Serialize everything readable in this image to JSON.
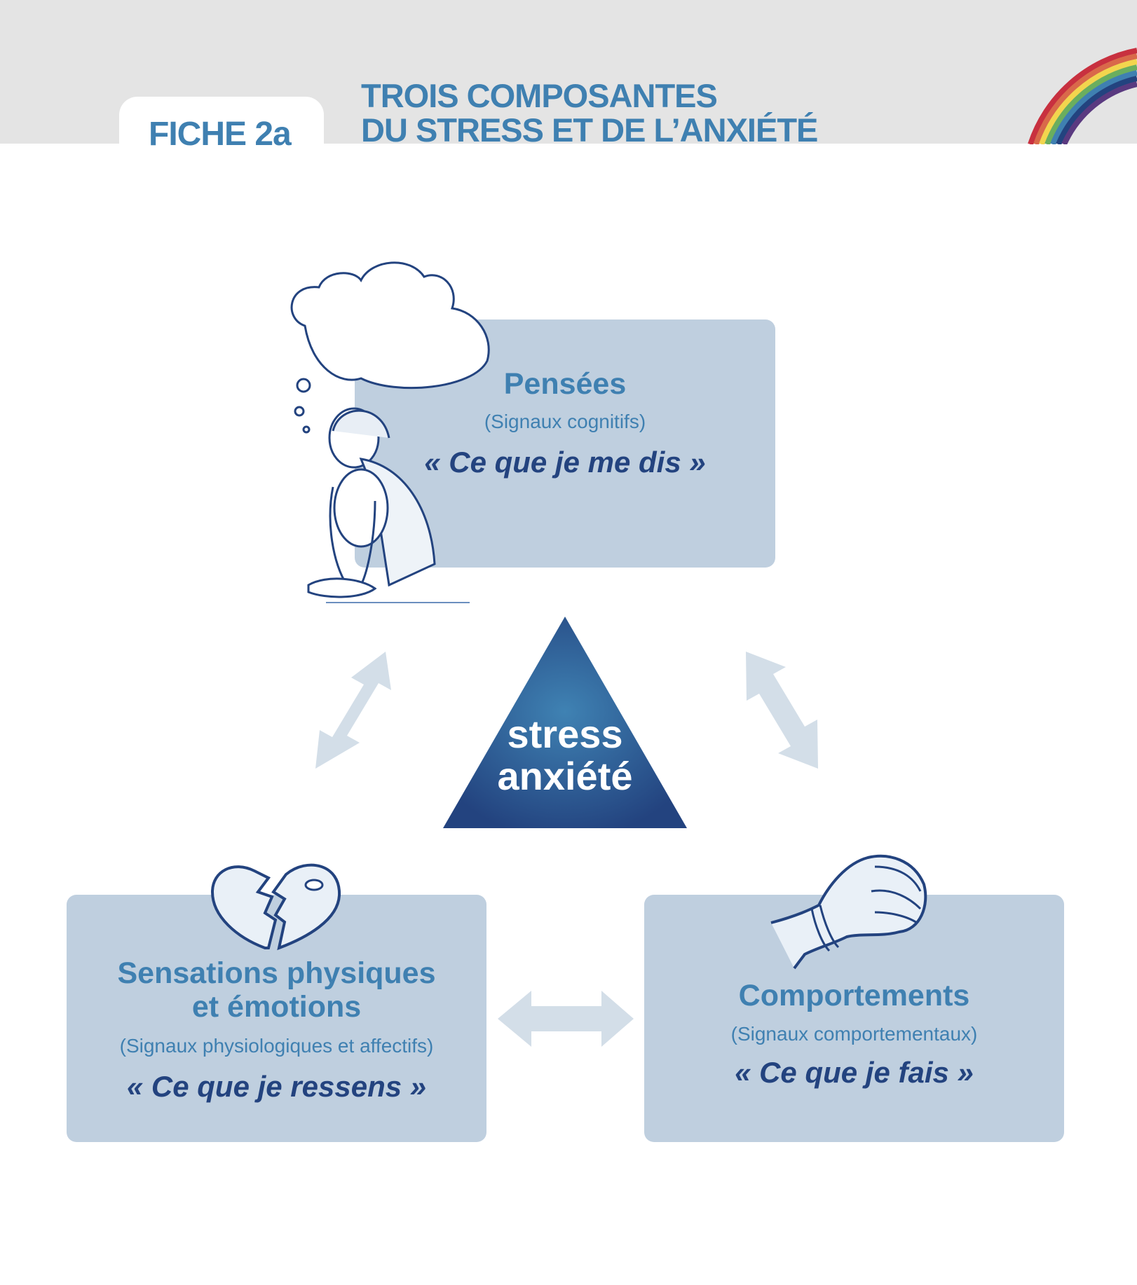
{
  "header": {
    "tab_label": "FICHE 2a",
    "title_line1": "TROIS COMPOSANTES",
    "title_line2": "DU STRESS ET DE L’ANXIÉTÉ"
  },
  "center": {
    "line1": "stress",
    "line2": "anxiété"
  },
  "pensees": {
    "title": "Pensées",
    "subtitle": "(Signaux cognitifs)",
    "quote": "« Ce que je me dis »"
  },
  "sensations": {
    "title_line1": "Sensations physiques",
    "title_line2": "et émotions",
    "subtitle": "(Signaux physiologiques et affectifs)",
    "quote": "« Ce que je ressens »"
  },
  "comportements": {
    "title": "Comportements",
    "subtitle": "(Signaux comportementaux)",
    "quote": "« Ce que je fais »"
  },
  "colors": {
    "accent": "#3f80b1",
    "dark": "#23437f",
    "box": "#bfcfdf",
    "arrow": "#d3dee8"
  }
}
